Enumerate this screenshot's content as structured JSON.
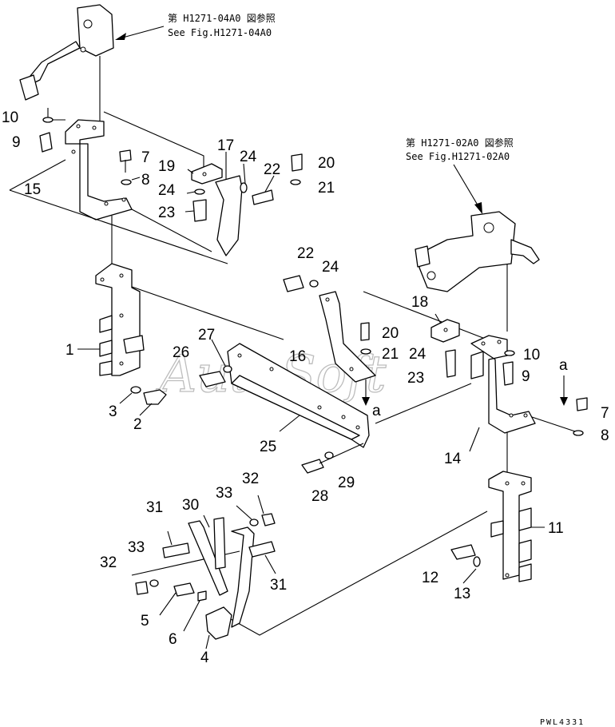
{
  "references": {
    "top": {
      "jp": "第 H1271-04A0 図参照",
      "en": "See Fig.H1271-04A0"
    },
    "right": {
      "jp": "第 H1271-02A0 図参照",
      "en": "See Fig.H1271-02A0"
    }
  },
  "callouts": {
    "n10a": "10",
    "n9a": "9",
    "n15": "15",
    "n7a": "7",
    "n8a": "8",
    "n19": "19",
    "n24a": "24",
    "n23a": "23",
    "n17": "17",
    "n24b": "24",
    "n22a": "22",
    "n20a": "20",
    "n21a": "21",
    "n1": "1",
    "n3": "3",
    "n2": "2",
    "n22b": "22",
    "n24c": "24",
    "n18": "18",
    "n20b": "20",
    "n21b": "21",
    "n24d": "24",
    "n23b": "23",
    "n16": "16",
    "n27": "27",
    "n26": "26",
    "n10b": "10",
    "n9b": "9",
    "n7b": "7",
    "n8b": "8",
    "n14": "14",
    "n25": "25",
    "n28": "28",
    "n29": "29",
    "n32a": "32",
    "n33a": "33",
    "n30": "30",
    "n31a": "31",
    "n11": "11",
    "n33b": "33",
    "n32b": "32",
    "n31b": "31",
    "n12": "12",
    "n13": "13",
    "n5": "5",
    "n6": "6",
    "n4": "4"
  },
  "section_marks": {
    "a1": "a",
    "a2": "a"
  },
  "watermark": "AutoSoft",
  "drawing_code": "PWL4331"
}
